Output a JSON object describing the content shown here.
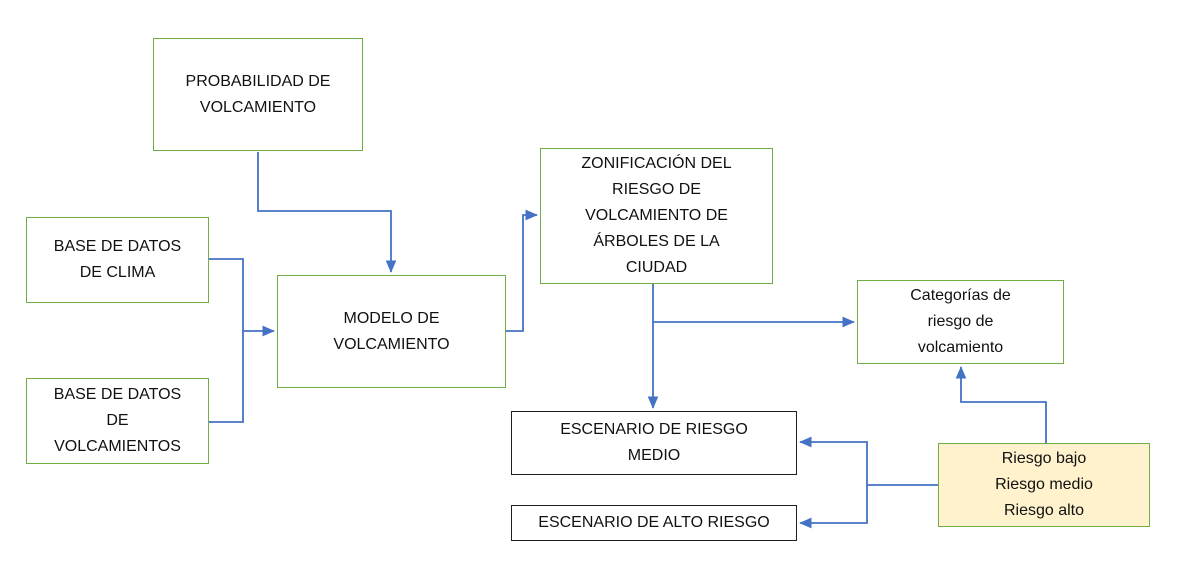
{
  "diagram": {
    "colors": {
      "box_border_green": "#70AD47",
      "box_border_black": "#1f1f1f",
      "arrow_blue": "#4472C4",
      "highlight_fill": "#FFF2CC",
      "background": "#FFFFFF",
      "text": "#111111"
    },
    "nodes": {
      "probabilidad": {
        "lines": [
          "PROBABILIDAD DE",
          "VOLCAMIENTO"
        ]
      },
      "base_clima": {
        "lines": [
          "BASE DE DATOS",
          "DE CLIMA"
        ]
      },
      "base_volcamientos": {
        "lines": [
          "BASE DE DATOS",
          "DE",
          "VOLCAMIENTOS"
        ]
      },
      "modelo": {
        "lines": [
          "MODELO DE",
          "VOLCAMIENTO"
        ]
      },
      "zonificacion": {
        "lines": [
          "ZONIFICACIÓN DEL",
          "RIESGO DE",
          "VOLCAMIENTO DE",
          "ÁRBOLES DE LA",
          "CIUDAD"
        ]
      },
      "categorias": {
        "lines": [
          "Categorías de",
          "riesgo de",
          "volcamiento"
        ]
      },
      "escenario_medio": {
        "lines": [
          "ESCENARIO DE RIESGO",
          "MEDIO"
        ]
      },
      "escenario_alto": {
        "lines": [
          "ESCENARIO DE ALTO RIESGO"
        ]
      },
      "riesgo_niveles": {
        "lines": [
          "Riesgo bajo",
          "Riesgo medio",
          "Riesgo alto"
        ]
      }
    }
  }
}
